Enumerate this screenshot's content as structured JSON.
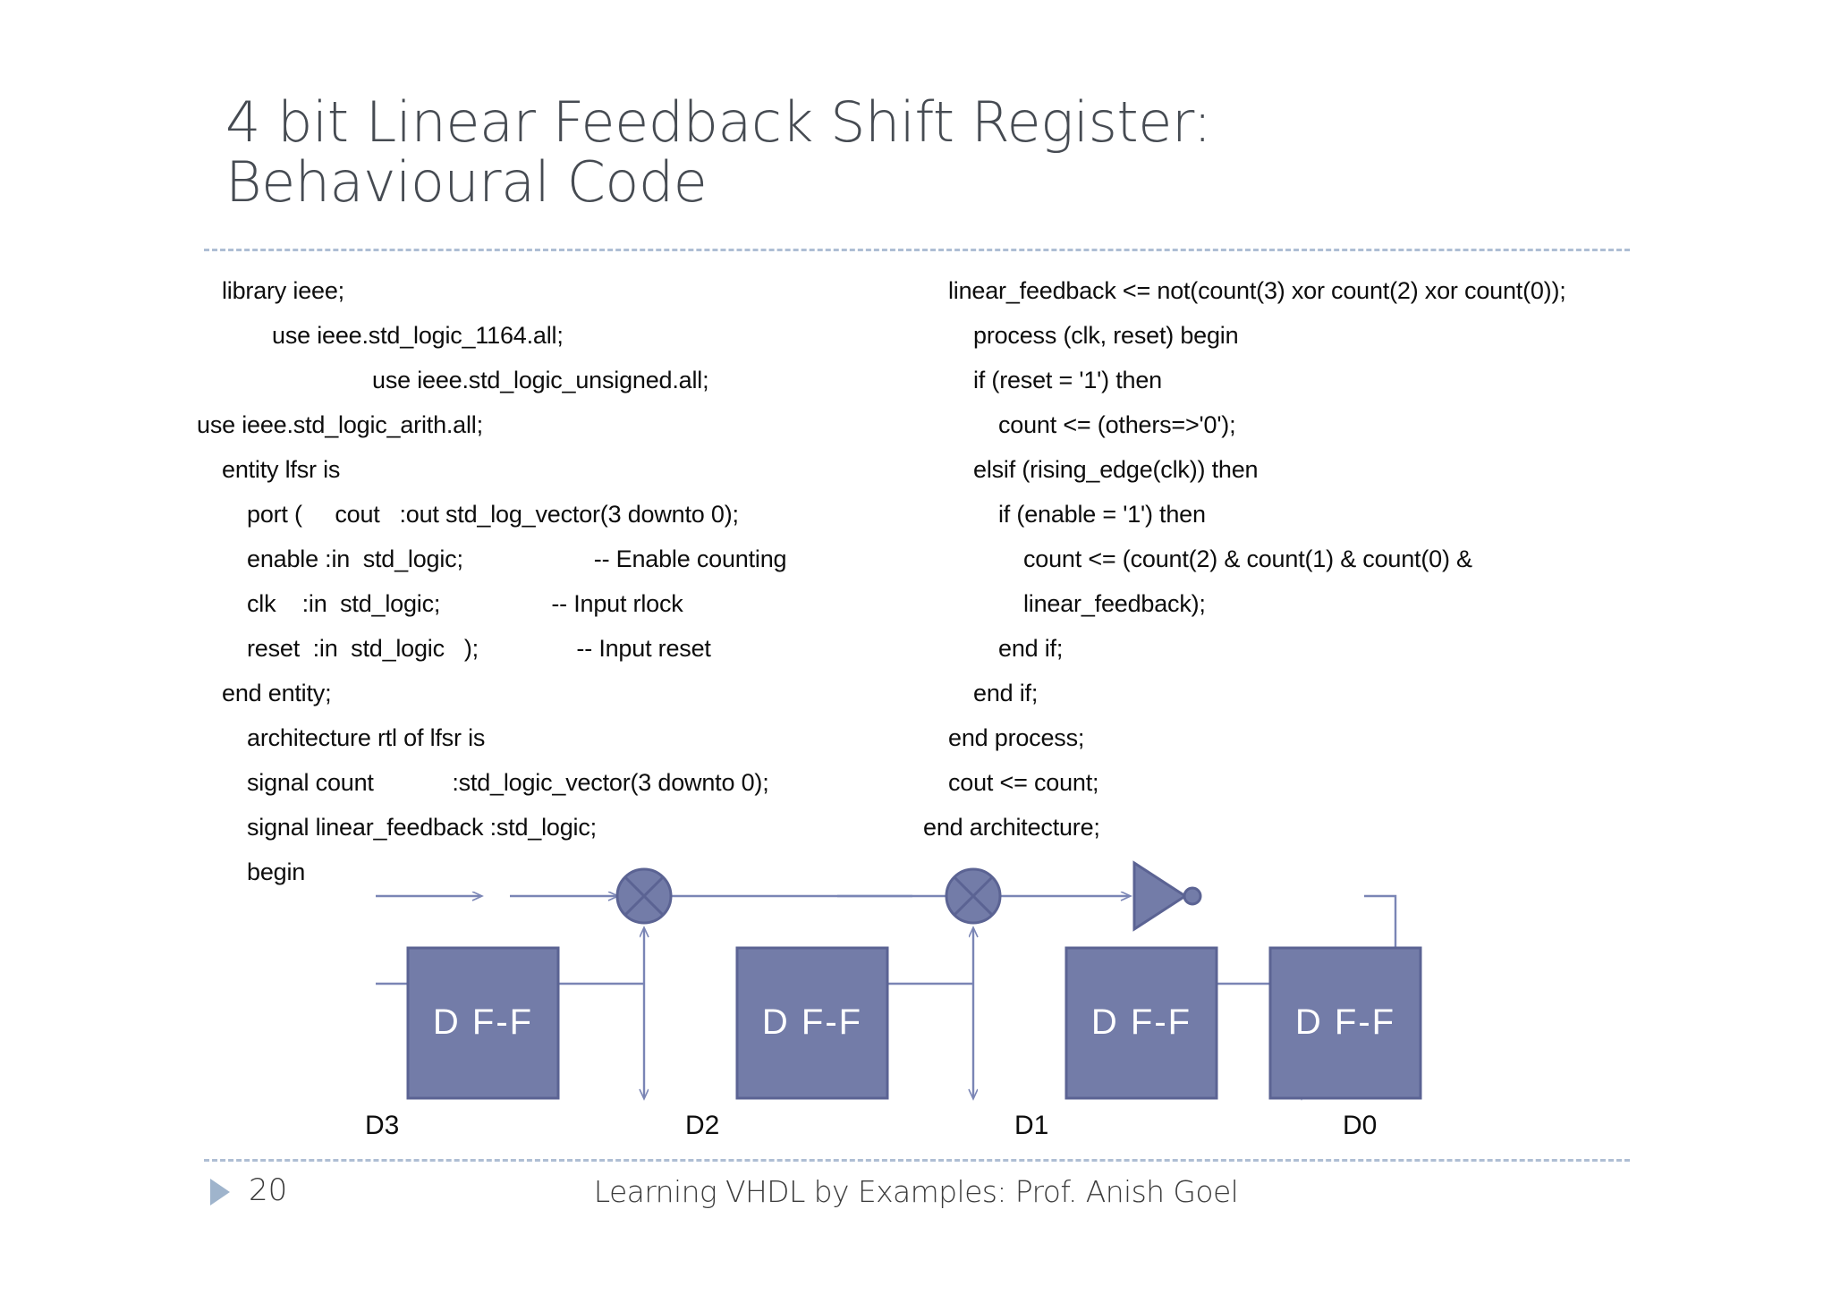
{
  "slide": {
    "title_lines": [
      "4 bit Linear Feedback Shift Register:",
      "Behavioural Code"
    ],
    "accent_color": "#737CA8",
    "accent_border_color": "#5B6393",
    "rule_color": "#AEBED4",
    "title_color": "#464B52"
  },
  "code_left": [
    {
      "text": "library ieee;",
      "indent": 0
    },
    {
      "text": "use ieee.std_logic_1164.all;",
      "indent": 2
    },
    {
      "text": "use ieee.std_logic_unsigned.all;",
      "indent": 6
    },
    {
      "text": "use ieee.std_logic_arith.all;",
      "indent": -1
    },
    {
      "text": "entity lfsr is",
      "indent": 0
    },
    {
      "text": "port (     cout   :out std_log_vector(3 downto 0);",
      "indent": 1
    },
    {
      "text": "enable :in  std_logic;                    -- Enable counting",
      "indent": 1
    },
    {
      "text": "clk    :in  std_logic;                 -- Input rlock",
      "indent": 1
    },
    {
      "text": "reset  :in  std_logic   );               -- Input reset",
      "indent": 1
    },
    {
      "text": "end entity;",
      "indent": 0
    },
    {
      "text": "architecture rtl of lfsr is",
      "indent": 1
    },
    {
      "text": "signal count            :std_logic_vector(3 downto 0);",
      "indent": 1
    },
    {
      "text": "signal linear_feedback :std_logic;",
      "indent": 1
    },
    {
      "text": "begin",
      "indent": 1
    }
  ],
  "code_right": [
    {
      "text": "linear_feedback <= not(count(3) xor count(2) xor count(0));",
      "indent": 0,
      "wrapped": true
    },
    {
      "text": "process (clk, reset) begin",
      "indent": 1
    },
    {
      "text": "if (reset = '1') then",
      "indent": 1
    },
    {
      "text": "count <= (others=>'0');",
      "indent": 2
    },
    {
      "text": "elsif (rising_edge(clk)) then",
      "indent": 1
    },
    {
      "text": "if (enable = '1') then",
      "indent": 2
    },
    {
      "text": "count <= (count(2) & count(1) & count(0) & linear_feedback);",
      "indent": 3,
      "wrapped": true
    },
    {
      "text": "end if;",
      "indent": 2
    },
    {
      "text": "end if;",
      "indent": 1
    },
    {
      "text": "end process;",
      "indent": 0
    },
    {
      "text": "cout <= count;",
      "indent": 0
    },
    {
      "text": "end architecture;",
      "indent": -1
    }
  ],
  "diagram": {
    "flipflops": [
      {
        "label": "D F-F",
        "output": "D3"
      },
      {
        "label": "D F-F",
        "output": "D2"
      },
      {
        "label": "D F-F",
        "output": "D1"
      },
      {
        "label": "D F-F",
        "output": "D0"
      }
    ],
    "xor_gates": 2,
    "inverter": "not-gate",
    "box_fill": "#737CA8",
    "box_stroke": "#5B6393",
    "wire_color": "#7A85B5",
    "label_color": "#0d0d0d",
    "ff_text_color": "#ffffff"
  },
  "footer": {
    "page_number": "20",
    "text": "Learning VHDL by Examples: Prof. Anish Goel"
  }
}
